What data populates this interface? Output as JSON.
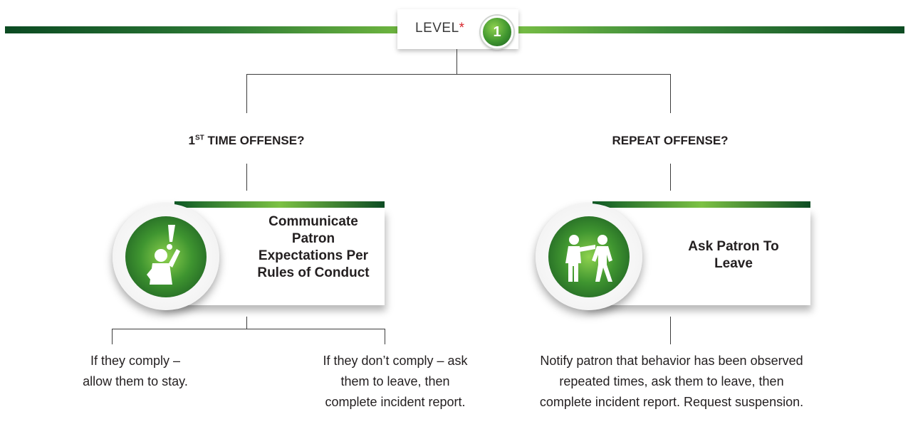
{
  "header": {
    "level_label": "LEVEL",
    "level_marker": "*",
    "level_number": "1"
  },
  "branches": {
    "first": {
      "question_prefix": "1",
      "question_sup": "ST",
      "question_rest": " TIME OFFENSE?",
      "action_lines": [
        "Communicate",
        "Patron",
        "Expectations Per",
        "Rules of Conduct"
      ],
      "icon": "person-exclamation-icon",
      "outcomes": [
        {
          "lines": [
            "If they comply –",
            "allow them to stay."
          ]
        },
        {
          "lines": [
            "If they don’t comply – ask",
            "them to leave, then",
            "complete incident report."
          ]
        }
      ]
    },
    "repeat": {
      "question": "REPEAT OFFENSE?",
      "action_lines": [
        "Ask Patron To",
        "Leave"
      ],
      "icon": "pointing-person-leaving-icon",
      "outcome": {
        "lines": [
          "Notify patron that behavior has been observed",
          "repeated times, ask them to leave, then",
          "complete incident report. Request suspension."
        ]
      }
    }
  },
  "colors": {
    "dark_green": "#0b4a22",
    "light_green": "#7cc244",
    "accent_red": "#d7262c"
  }
}
